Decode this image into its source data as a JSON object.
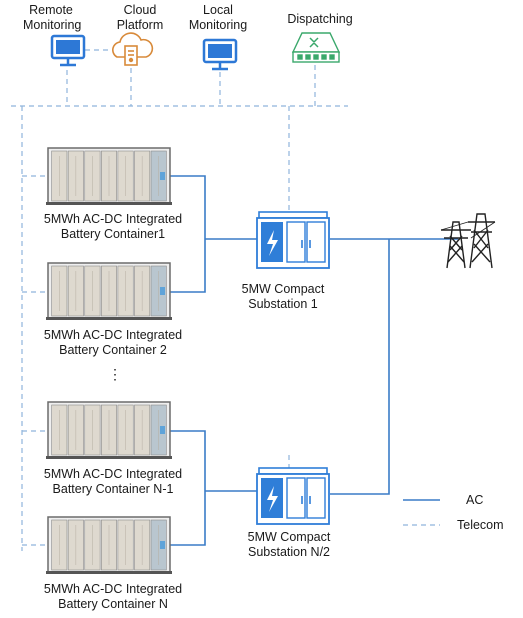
{
  "top_nodes": {
    "remote_monitoring": {
      "line1": "Remote",
      "line2": "Monitoring",
      "icon": "monitor-icon"
    },
    "cloud_platform": {
      "line1": "Cloud",
      "line2": "Platform",
      "icon": "cloud-server-icon"
    },
    "local_monitoring": {
      "line1": "Local",
      "line2": "Monitoring",
      "icon": "monitor-icon"
    },
    "dispatching": {
      "line1": "Dispatching",
      "icon": "network-switch-icon"
    }
  },
  "battery_containers": [
    {
      "line1": "5MWh AC-DC Integrated",
      "line2": "Battery Container1"
    },
    {
      "line1": "5MWh AC-DC Integrated",
      "line2": "Battery Container 2"
    },
    {
      "line1": "5MWh AC-DC Integrated",
      "line2": "Battery Container N-1"
    },
    {
      "line1": "5MWh AC-DC Integrated",
      "line2": "Battery Container N"
    }
  ],
  "ellipsis": "⋮",
  "substations": [
    {
      "line1": "5MW Compact",
      "line2": "Substation 1"
    },
    {
      "line1": "5MW Compact",
      "line2": "Substation N/2"
    }
  ],
  "grid_icon": "power-tower-icon",
  "legend": [
    {
      "label": "AC",
      "style": "solid"
    },
    {
      "label": "Telecom",
      "style": "dashed"
    }
  ],
  "colors": {
    "ac_line": "#3a7cc7",
    "telecom_line": "#8fb5dc",
    "monitor_blue": "#2d78d6",
    "cloud_orange": "#d88a3a",
    "dispatch_green": "#3aa86b",
    "substation_blue": "#2f7ed8",
    "battery_body": "#ded9cf",
    "battery_frame": "#6b6b6b"
  }
}
